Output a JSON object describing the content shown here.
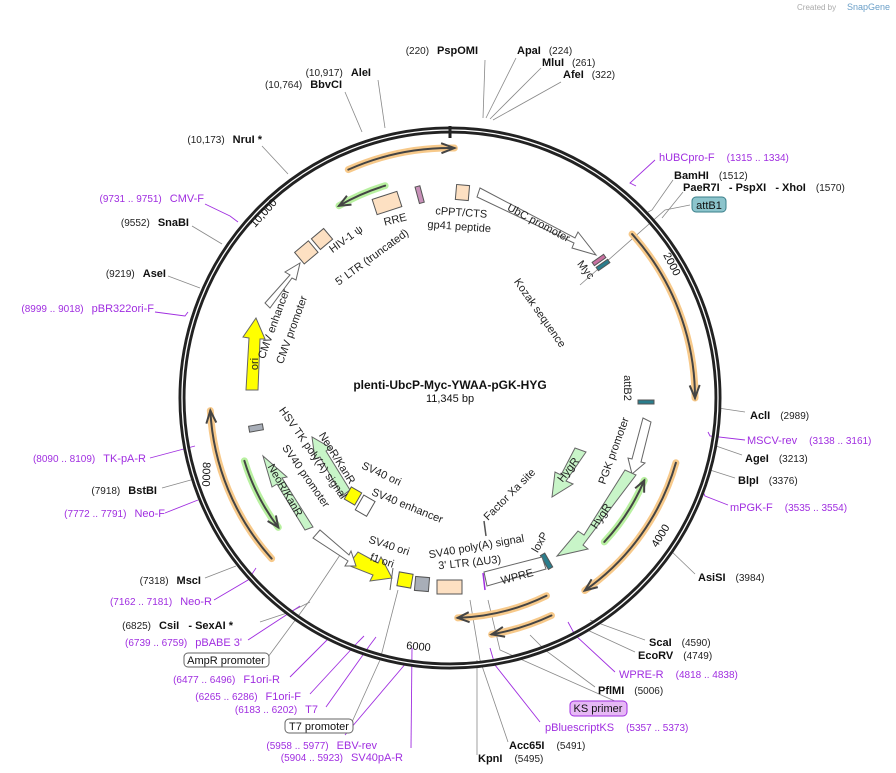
{
  "watermark": {
    "created_by": "Created by",
    "brand": "SnapGene"
  },
  "plasmid": {
    "name": "plenti-UbcP-Myc-YWAA-pGK-HYG",
    "length": "11,345 bp"
  },
  "ticks": [
    "2000",
    "4000",
    "6000",
    "8000",
    "10,000"
  ],
  "sites": [
    {
      "name": "PspOMI",
      "pos": "(220)"
    },
    {
      "name": "ApaI",
      "pos": "(224)"
    },
    {
      "name": "MluI",
      "pos": "(261)"
    },
    {
      "name": "AfeI",
      "pos": "(322)"
    },
    {
      "name": "AleI",
      "pos": "(10,917)"
    },
    {
      "name": "BbvCI",
      "pos": "(10,764)"
    },
    {
      "name": "NruI *",
      "pos": "(10,173)"
    },
    {
      "name": "BamHI",
      "pos": "(1512)"
    },
    {
      "name": "PaeR7I   - PspXI   - XhoI",
      "pos": "(1570)"
    },
    {
      "name": "SnaBI",
      "pos": "(9552)"
    },
    {
      "name": "AseI",
      "pos": "(9219)"
    },
    {
      "name": "AclI",
      "pos": "(2989)"
    },
    {
      "name": "AgeI",
      "pos": "(3213)"
    },
    {
      "name": "BlpI",
      "pos": "(3376)"
    },
    {
      "name": "BstBI",
      "pos": "(7918)"
    },
    {
      "name": "AsiSI",
      "pos": "(3984)"
    },
    {
      "name": "MscI",
      "pos": "(7318)"
    },
    {
      "name": "CsiI   - SexAI *",
      "pos": "(6825)"
    },
    {
      "name": "ScaI",
      "pos": "(4590)"
    },
    {
      "name": "EcoRV",
      "pos": "(4749)"
    },
    {
      "name": "PflMI",
      "pos": "(5006)"
    },
    {
      "name": "Acc65I",
      "pos": "(5491)"
    },
    {
      "name": "KpnI",
      "pos": "(5495)"
    }
  ],
  "primers": [
    {
      "name": "hUBCpro-F",
      "range": "(1315 .. 1334)"
    },
    {
      "name": "CMV-F",
      "range": "(9731 .. 9751)"
    },
    {
      "name": "pBR322ori-F",
      "range": "(8999 .. 9018)"
    },
    {
      "name": "MSCV-rev",
      "range": "(3138 .. 3161)"
    },
    {
      "name": "TK-pA-R",
      "range": "(8090 .. 8109)"
    },
    {
      "name": "mPGK-F",
      "range": "(3535 .. 3554)"
    },
    {
      "name": "Neo-F",
      "range": "(7772 .. 7791)"
    },
    {
      "name": "Neo-R",
      "range": "(7162 .. 7181)"
    },
    {
      "name": "pBABE 3'",
      "range": "(6739 .. 6759)"
    },
    {
      "name": "WPRE-R",
      "range": "(4818 .. 4838)"
    },
    {
      "name": "F1ori-R",
      "range": "(6477 .. 6496)"
    },
    {
      "name": "F1ori-F",
      "range": "(6265 .. 6286)"
    },
    {
      "name": "T7",
      "range": "(6183 .. 6202)"
    },
    {
      "name": "pBluescriptKS",
      "range": "(5357 .. 5373)"
    },
    {
      "name": "EBV-rev",
      "range": "(5958 .. 5977)"
    },
    {
      "name": "SV40pA-R",
      "range": "(5904 .. 5923)"
    }
  ],
  "boxed_labels": {
    "attB1": "attB1",
    "ampr_promoter": "AmpR promoter",
    "ks_primer": "KS primer",
    "t7_promoter": "T7 promoter"
  },
  "features": {
    "ubc_promoter": "UbC promoter",
    "cppt": "cPPT/CTS",
    "gp41": "gp41 peptide",
    "rre": "RRE",
    "hiv_psi": "HIV-1 ψ",
    "ltr5": "5' LTR (truncated)",
    "cmv_enh": "CMV enhancer",
    "cmv_prom": "CMV promoter",
    "ori": "ori",
    "myc": "Myc",
    "kozak": "Kozak sequence",
    "attB2": "attB2",
    "pgk": "PGK promoter",
    "hygr1": "HygR",
    "hygr2": "HygR",
    "factor_xa": "Factor Xa site",
    "loxp": "loxP",
    "sv40_pa": "SV40 poly(A) signal",
    "ltr3": "3' LTR (ΔU3)",
    "wpre": "WPRE",
    "sv40_ori_b": "SV40 ori",
    "f1_ori": "f1 ori",
    "hsv_tk": "HSV TK poly(A) signal",
    "sv40_prom": "SV40 promoter",
    "neor1": "NeoR/KanR",
    "neor2": "NeoR/KanR",
    "sv40_ori_a": "SV40 ori",
    "sv40_enh": "SV40 enhancer"
  },
  "colors": {
    "backbone": "#222222",
    "orf": "#f7c98a",
    "primer": "#a02ee0",
    "green": "#c8f5c8",
    "peach": "#fde0c2",
    "yellow": "#ffff00",
    "teal": "#8cc4cc"
  }
}
